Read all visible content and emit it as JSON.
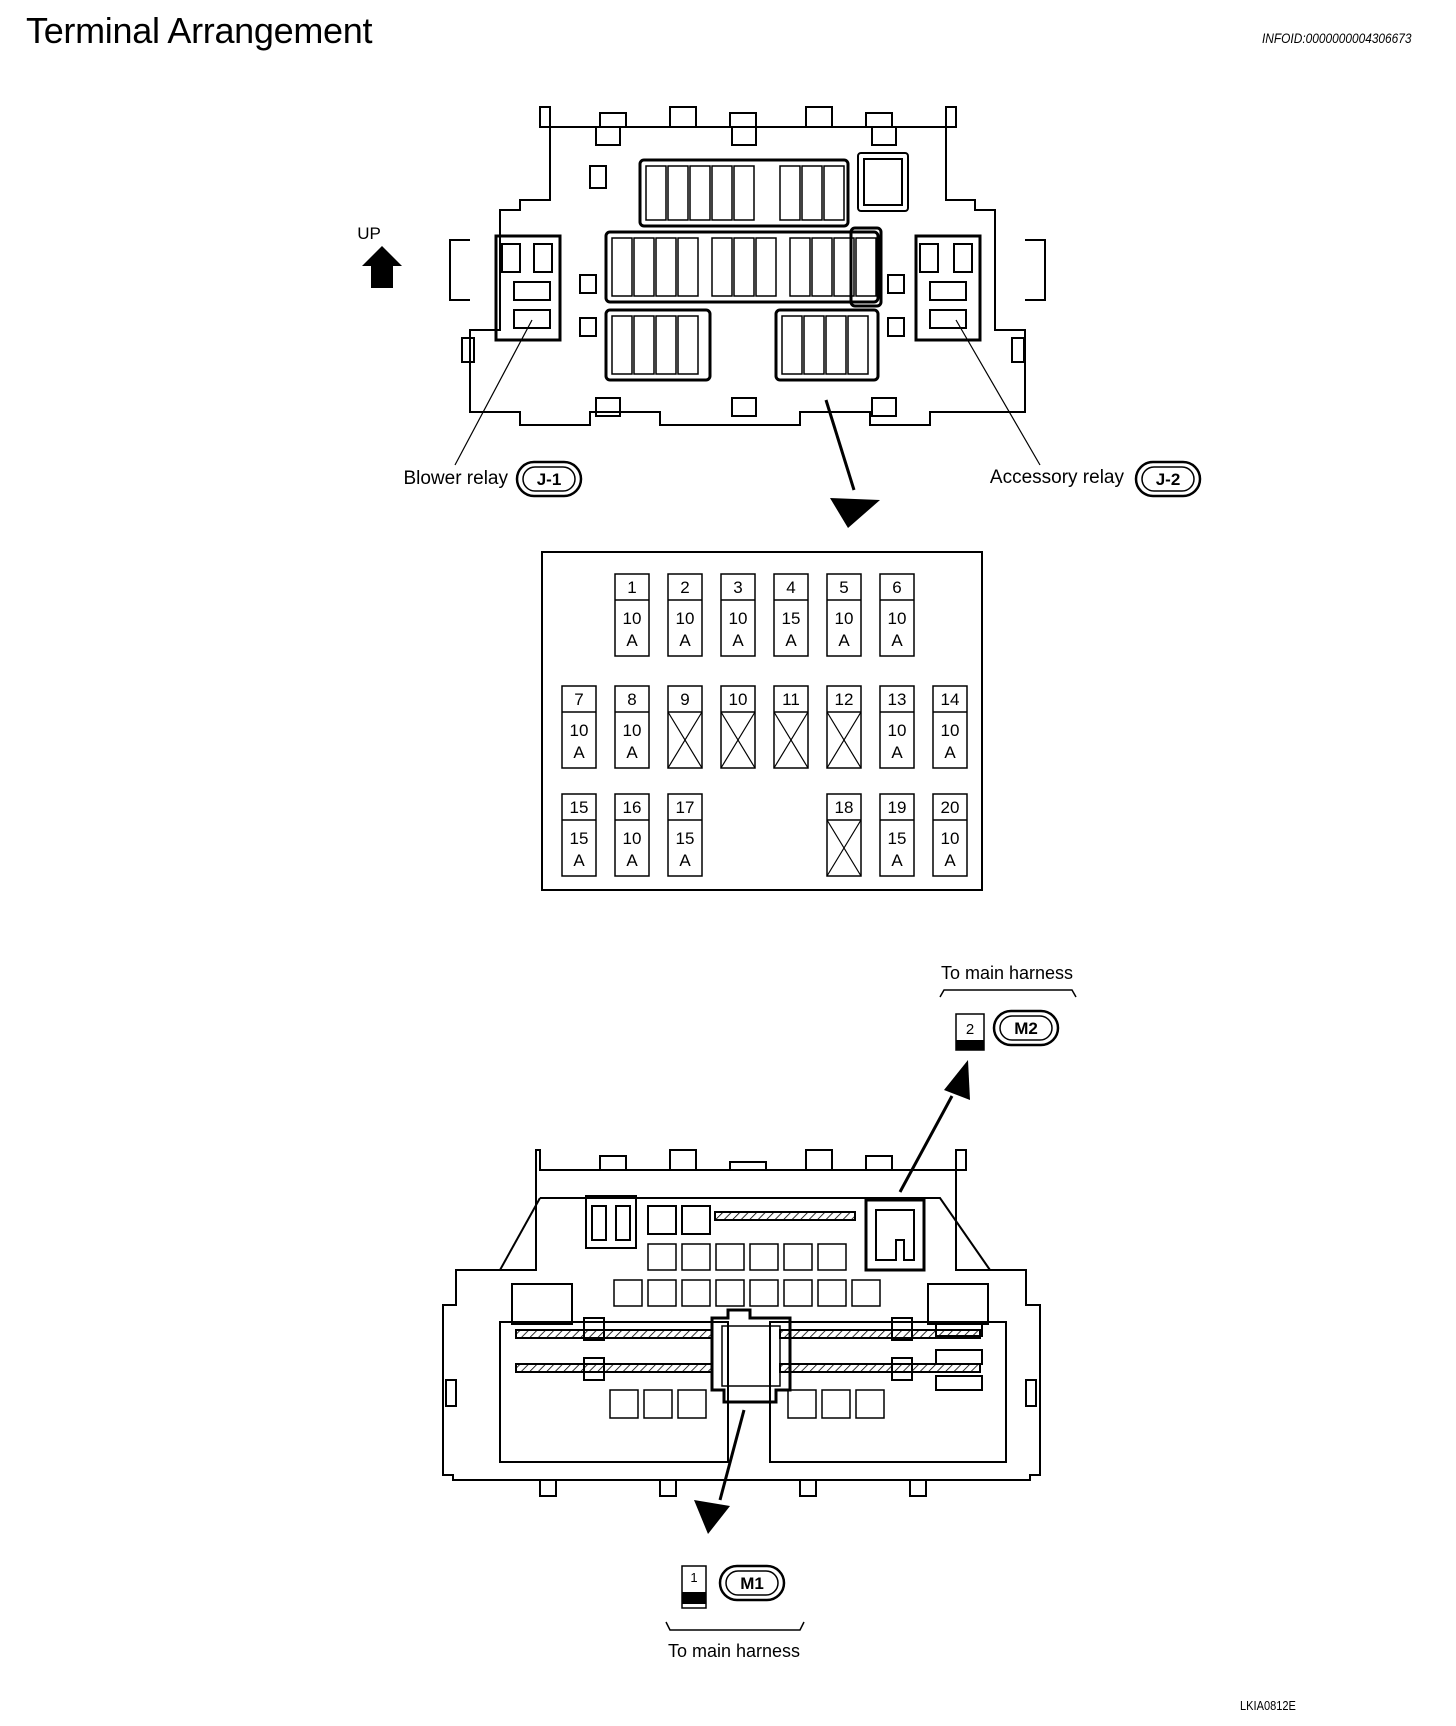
{
  "title": "Terminal Arrangement",
  "info_id": "INFOID:0000000004306673",
  "figure_code": "LKIA0812E",
  "up_label": "UP",
  "relays": {
    "blower": {
      "label": "Blower relay",
      "badge": "J-1"
    },
    "accessory": {
      "label": "Accessory relay",
      "badge": "J-2"
    }
  },
  "fuses": [
    {
      "number": "1",
      "rating": [
        "10",
        "A"
      ]
    },
    {
      "number": "2",
      "rating": [
        "10",
        "A"
      ]
    },
    {
      "number": "3",
      "rating": [
        "10",
        "A"
      ]
    },
    {
      "number": "4",
      "rating": [
        "15",
        "A"
      ]
    },
    {
      "number": "5",
      "rating": [
        "10",
        "A"
      ]
    },
    {
      "number": "6",
      "rating": [
        "10",
        "A"
      ]
    },
    {
      "number": "7",
      "rating": [
        "10",
        "A"
      ]
    },
    {
      "number": "8",
      "rating": [
        "10",
        "A"
      ]
    },
    {
      "number": "9",
      "rating": null
    },
    {
      "number": "10",
      "rating": null
    },
    {
      "number": "11",
      "rating": null
    },
    {
      "number": "12",
      "rating": null
    },
    {
      "number": "13",
      "rating": [
        "10",
        "A"
      ]
    },
    {
      "number": "14",
      "rating": [
        "10",
        "A"
      ]
    },
    {
      "number": "15",
      "rating": [
        "15",
        "A"
      ]
    },
    {
      "number": "16",
      "rating": [
        "10",
        "A"
      ]
    },
    {
      "number": "17",
      "rating": [
        "15",
        "A"
      ]
    },
    {
      "number": "18",
      "rating": null
    },
    {
      "number": "19",
      "rating": [
        "15",
        "A"
      ]
    },
    {
      "number": "20",
      "rating": [
        "10",
        "A"
      ]
    }
  ],
  "connectors": {
    "m2": {
      "caption": "To main harness",
      "pin": "2",
      "badge": "M2"
    },
    "m1": {
      "caption": "To main harness",
      "pin": "1",
      "badge": "M1"
    }
  }
}
